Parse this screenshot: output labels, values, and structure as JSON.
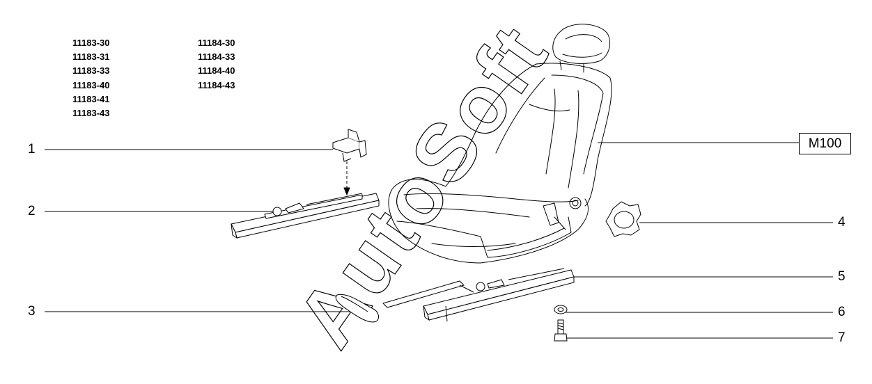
{
  "model_codes": {
    "left": [
      "11183-30",
      "11183-31",
      "11183-33",
      "11183-40",
      "11183-41",
      "11183-43"
    ],
    "right": [
      "11184-30",
      "11184-33",
      "11184-40",
      "11184-43"
    ]
  },
  "callouts": [
    "1",
    "2",
    "3",
    "4",
    "5",
    "6",
    "7"
  ],
  "reference_label": "M100",
  "watermark": "AutoSoft"
}
